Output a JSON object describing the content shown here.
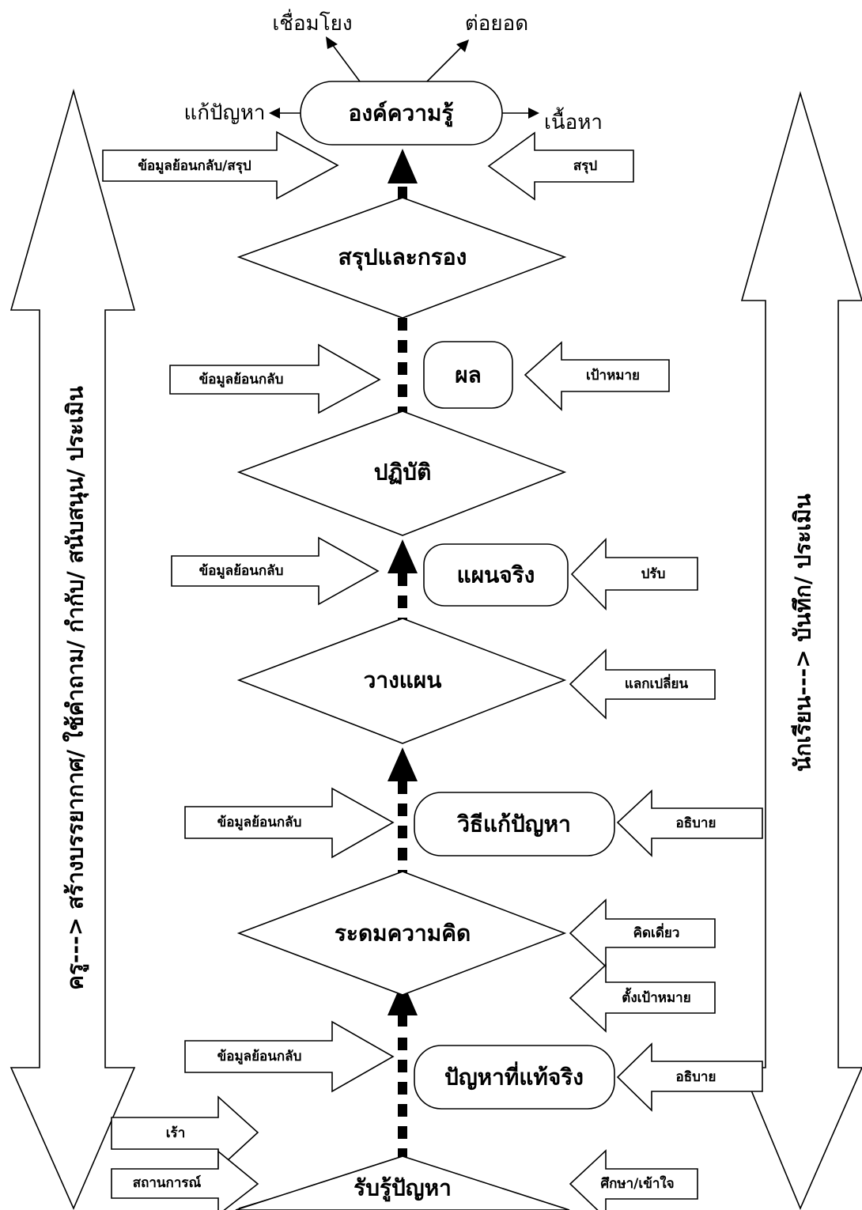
{
  "top_outputs": {
    "knowledge": "องค์ความรู้",
    "link": "เชื่อมโยง",
    "extend": "ต่อยอด",
    "solve": "แก้ปัญหา",
    "content": "เนื้อหา"
  },
  "steps": {
    "perceive": "รับรู้ปัญหา",
    "real_problem": "ปัญหาที่แท้จริง",
    "brainstorm": "ระดมความคิด",
    "method": "วิธีแก้ปัญหา",
    "plan": "วางแผน",
    "real_plan": "แผนจริง",
    "practice": "ปฏิบัติ",
    "result": "ผล",
    "summarize": "สรุปและกรอง"
  },
  "left_arrows": {
    "feedback_summary": "ข้อมูลย้อนกลับ/สรุป",
    "feedback_1": "ข้อมูลย้อนกลับ",
    "feedback_2": "ข้อมูลย้อนกลับ",
    "feedback_3": "ข้อมูลย้อนกลับ",
    "feedback_4": "ข้อมูลย้อนกลับ",
    "stimulate": "เร้า",
    "situation": "สถานการณ์"
  },
  "right_arrows": {
    "summary": "สรุป",
    "goal": "เป้าหมาย",
    "adjust": "ปรับ",
    "exchange": "แลกเปลี่ยน",
    "explain_1": "อธิบาย",
    "think_alone": "คิดเดี่ยว",
    "set_goal": "ตั้งเป้าหมาย",
    "explain_2": "อธิบาย",
    "study": "ศึกษา/เข้าใจ"
  },
  "side_labels": {
    "teacher": "ครู---> สร้างบรรยากาศ/ ใช้คำถาม/ กำกับ/ สนับสนุน/ ประเมิน",
    "student": "นักเรียน---> บันทึก/ ประเมิน"
  }
}
